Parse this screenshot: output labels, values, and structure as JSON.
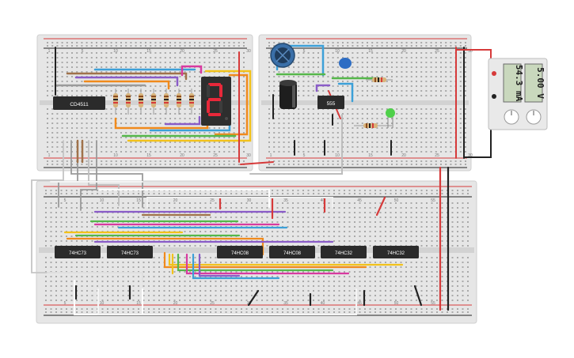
{
  "chips": {
    "display_driver": "CD4511",
    "timer": "555",
    "latch_1": "74HC73",
    "latch_2": "74HC73",
    "and_gate_1": "74HC08",
    "and_gate_2": "74HC08",
    "or_gate_1": "74HC32",
    "or_gate_2": "74HC32"
  },
  "seven_segment_display": {
    "digit": "2",
    "segment_color": "#e8283a"
  },
  "power_supply": {
    "voltage": "5.00 V",
    "current": "54.3 mA"
  },
  "column_labels": {
    "left_board": [
      "1",
      "5",
      "10",
      "15",
      "20",
      "25",
      "30"
    ],
    "right_board": [
      "1",
      "5",
      "10",
      "15",
      "20",
      "25",
      "30"
    ],
    "bottom_board": [
      "5",
      "10",
      "15",
      "20",
      "25",
      "30",
      "35",
      "40",
      "45",
      "50",
      "55"
    ]
  },
  "row_labels": [
    "j",
    "i",
    "h",
    "g",
    "f",
    "e",
    "d",
    "c",
    "b",
    "a"
  ],
  "colors": {
    "board": "#e6e6e6",
    "rail_red": "#d63a3a",
    "rail_black": "#222222",
    "chip": "#2b2b2b",
    "wire_blue": "#3ca0d8",
    "wire_yellow": "#f2c21b",
    "wire_orange": "#f08a1c",
    "wire_purple": "#8a5cc8",
    "wire_green": "#55b74a",
    "wire_brown": "#a0724b",
    "wire_magenta": "#d83aa0",
    "wire_gray": "#9a9a9a"
  }
}
